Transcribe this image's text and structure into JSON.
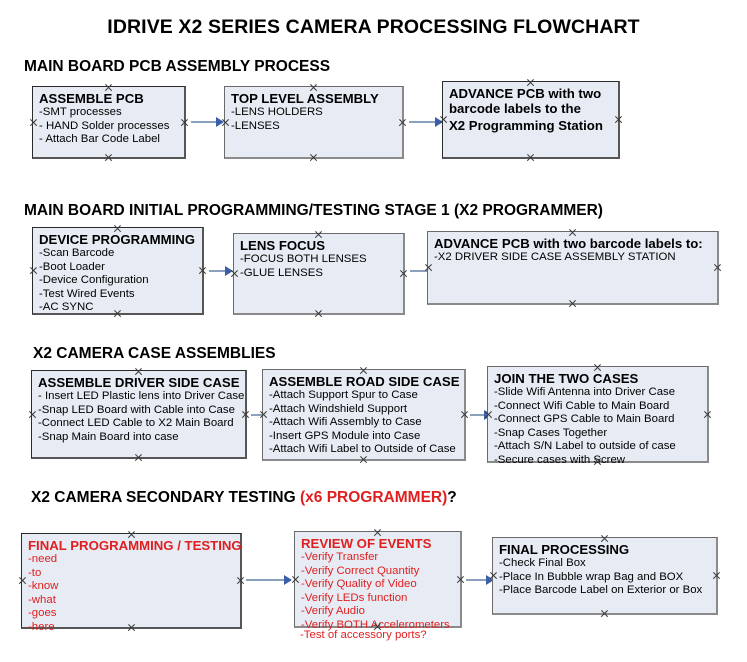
{
  "document": {
    "title": "IDRIVE X2  SERIES CAMERA PROCESSING FLOWCHART",
    "accent_red": "#e02020",
    "node_fill": "#e6ebf4",
    "connector_color": "#8aa2bd",
    "arrowhead_color": "#3b5ea8"
  },
  "sections": [
    {
      "heading": "MAIN BOARD PCB ASSEMBLY PROCESS",
      "nodes": [
        {
          "title": "ASSEMBLE PCB",
          "items": [
            "-SMT processes",
            "- HAND Solder processes",
            "- Attach Bar Code Label"
          ]
        },
        {
          "title": "TOP LEVEL ASSEMBLY",
          "items": [
            "-LENS HOLDERS",
            "-LENSES"
          ]
        },
        {
          "title": "ADVANCE PCB with two",
          "items": [
            "barcode labels to the",
            " X2 Programming Station"
          ]
        }
      ]
    },
    {
      "heading": "MAIN BOARD INITIAL PROGRAMMING/TESTING STAGE 1 (X2 PROGRAMMER)",
      "nodes": [
        {
          "title": "DEVICE PROGRAMMING",
          "items": [
            "-Scan Barcode",
            "-Boot Loader",
            "-Device Configuration",
            "-Test Wired Events",
            "-AC SYNC"
          ]
        },
        {
          "title": "LENS FOCUS",
          "items": [
            "-FOCUS BOTH LENSES",
            "-GLUE LENSES"
          ]
        },
        {
          "title": "ADVANCE PCB with two barcode labels to:",
          "items": [
            "-X2 DRIVER  SIDE  CASE  ASSEMBLY STATION"
          ]
        }
      ]
    },
    {
      "heading": "X2 CAMERA CASE ASSEMBLIES",
      "nodes": [
        {
          "title": "ASSEMBLE DRIVER SIDE CASE",
          "items": [
            "- Insert LED Plastic lens into Driver Case",
            "-Snap LED Board with Cable into Case",
            "-Connect LED Cable to X2 Main Board",
            "-Snap Main Board into case"
          ]
        },
        {
          "title": "ASSEMBLE ROAD SIDE CASE",
          "items": [
            "-Attach Support Spur to Case",
            "-Attach Windshield Support",
            "-Attach Wifi Assembly to Case",
            "-Insert GPS Module into Case",
            "-Attach Wifi Label to Outside of Case"
          ]
        },
        {
          "title": "JOIN THE TWO CASES",
          "items": [
            "-Slide Wifi Antenna into Driver Case",
            "-Connect Wifi Cable to Main Board",
            "-Connect GPS Cable to Main Board",
            "-Snap Cases Together",
            "-Attach S/N Label to outside of case",
            "-Secure cases with Screw"
          ]
        }
      ]
    },
    {
      "heading": "X2 CAMERA SECONDARY TESTING ",
      "heading_accent": "(x6 PROGRAMMER)",
      "heading_tail": "?",
      "nodes": [
        {
          "title": "FINAL PROGRAMMING / TESTING",
          "items": [
            "-need",
            "-to",
            "-know",
            "-what",
            "-goes",
            "-here"
          ]
        },
        {
          "title": "REVIEW OF EVENTS",
          "items": [
            "-Verify Transfer",
            "-Verify Correct Quantity",
            "-Verify Quality of Video",
            "-Verify LEDs function",
            "-Verify Audio",
            "-Verify BOTH Accelerometers"
          ],
          "overflow_item": "-Test of accessory ports?"
        },
        {
          "title": "FINAL PROCESSING",
          "items": [
            " -Check Final Box",
            "-Place In Bubble wrap Bag and BOX",
            "-Place Barcode Label on Exterior or Box"
          ]
        }
      ]
    }
  ]
}
